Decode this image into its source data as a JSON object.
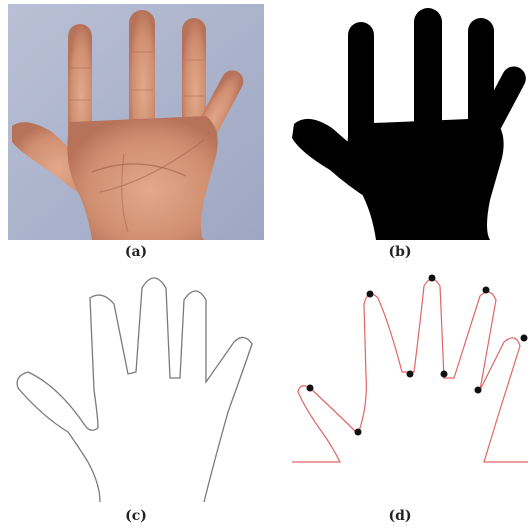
{
  "captions": {
    "a": "(a)",
    "b": "(b)",
    "c": "(c)",
    "d": "(d)"
  },
  "colors": {
    "photo_background": "#aab3cc",
    "skin": "#d89a7c",
    "skin_shadow": "#b8765c",
    "silhouette": "#000000",
    "contour_gray": "#7a7a7a",
    "contour_red": "#e06666",
    "keypoint": "#111111"
  }
}
